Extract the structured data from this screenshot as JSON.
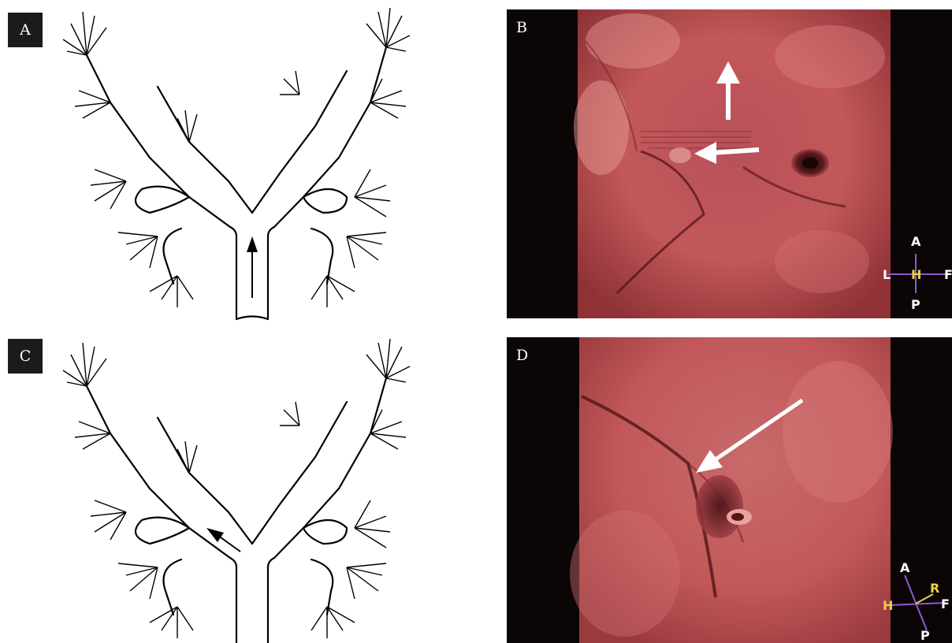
{
  "panels": {
    "a": {
      "label": "A"
    },
    "b": {
      "label": "B",
      "orientation": {
        "top": "A",
        "left": "L",
        "center": "H",
        "right": "F",
        "bottom": "P"
      }
    },
    "c": {
      "label": "C"
    },
    "d": {
      "label": "D",
      "orientation": {
        "top": "A",
        "left": "H",
        "right_upper": "R",
        "right": "F",
        "bottom": "P"
      }
    }
  },
  "colors": {
    "mucosa": "#c2585a",
    "mucosa_light": "#e08a88",
    "mucosa_dark": "#6b1e22",
    "background_dark": "#0b0506",
    "orientation_purple": "#8a5bd0",
    "orientation_yellow": "#e8d24a"
  }
}
